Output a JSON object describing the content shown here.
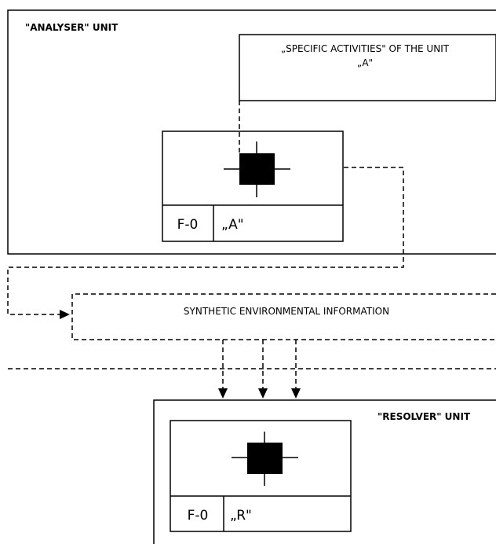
{
  "analyser_unit": {
    "label": "\"ANALYSER\" UNIT",
    "specific_activities": {
      "line1": "„SPECIFIC ACTIVITIES\" OF THE UNIT",
      "line2": "„A\""
    },
    "module": {
      "code": "F-0",
      "name": "„A\""
    }
  },
  "environment": {
    "label": "SYNTHETIC ENVIRONMENTAL INFORMATION"
  },
  "resolver_unit": {
    "label": "\"RESOLVER\" UNIT",
    "module": {
      "code": "F-0",
      "name": "„R\""
    }
  }
}
